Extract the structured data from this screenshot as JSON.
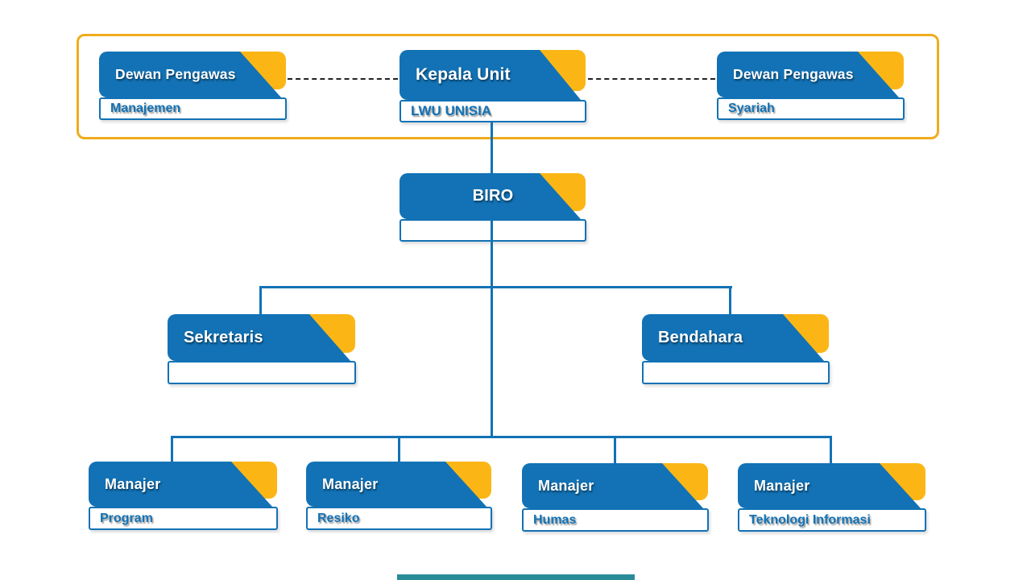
{
  "colors": {
    "card_blue": "#1272B5",
    "tab_yellow": "#FBB616",
    "frame_gold": "#F0AC1D",
    "connector_blue": "#1272B5",
    "dashed_line": "#222222",
    "footer_teal": "#2B8C99"
  },
  "nodes": {
    "dewan_manajemen": {
      "title": "Dewan Pengawas",
      "subtitle": "Manajemen"
    },
    "kepala_unit": {
      "title": "Kepala Unit",
      "subtitle": "LWU UNISIA"
    },
    "dewan_syariah": {
      "title": "Dewan Pengawas",
      "subtitle": "Syariah"
    },
    "biro": {
      "title": "BIRO",
      "subtitle": ""
    },
    "sekretaris": {
      "title": "Sekretaris",
      "subtitle": ""
    },
    "bendahara": {
      "title": "Bendahara",
      "subtitle": ""
    },
    "manajer_program": {
      "title": "Manajer",
      "subtitle": "Program"
    },
    "manajer_resiko": {
      "title": "Manajer",
      "subtitle": "Resiko"
    },
    "manajer_humas": {
      "title": "Manajer",
      "subtitle": "Humas"
    },
    "manajer_teknologi": {
      "title": "Manajer",
      "subtitle": "Teknologi Informasi"
    }
  }
}
